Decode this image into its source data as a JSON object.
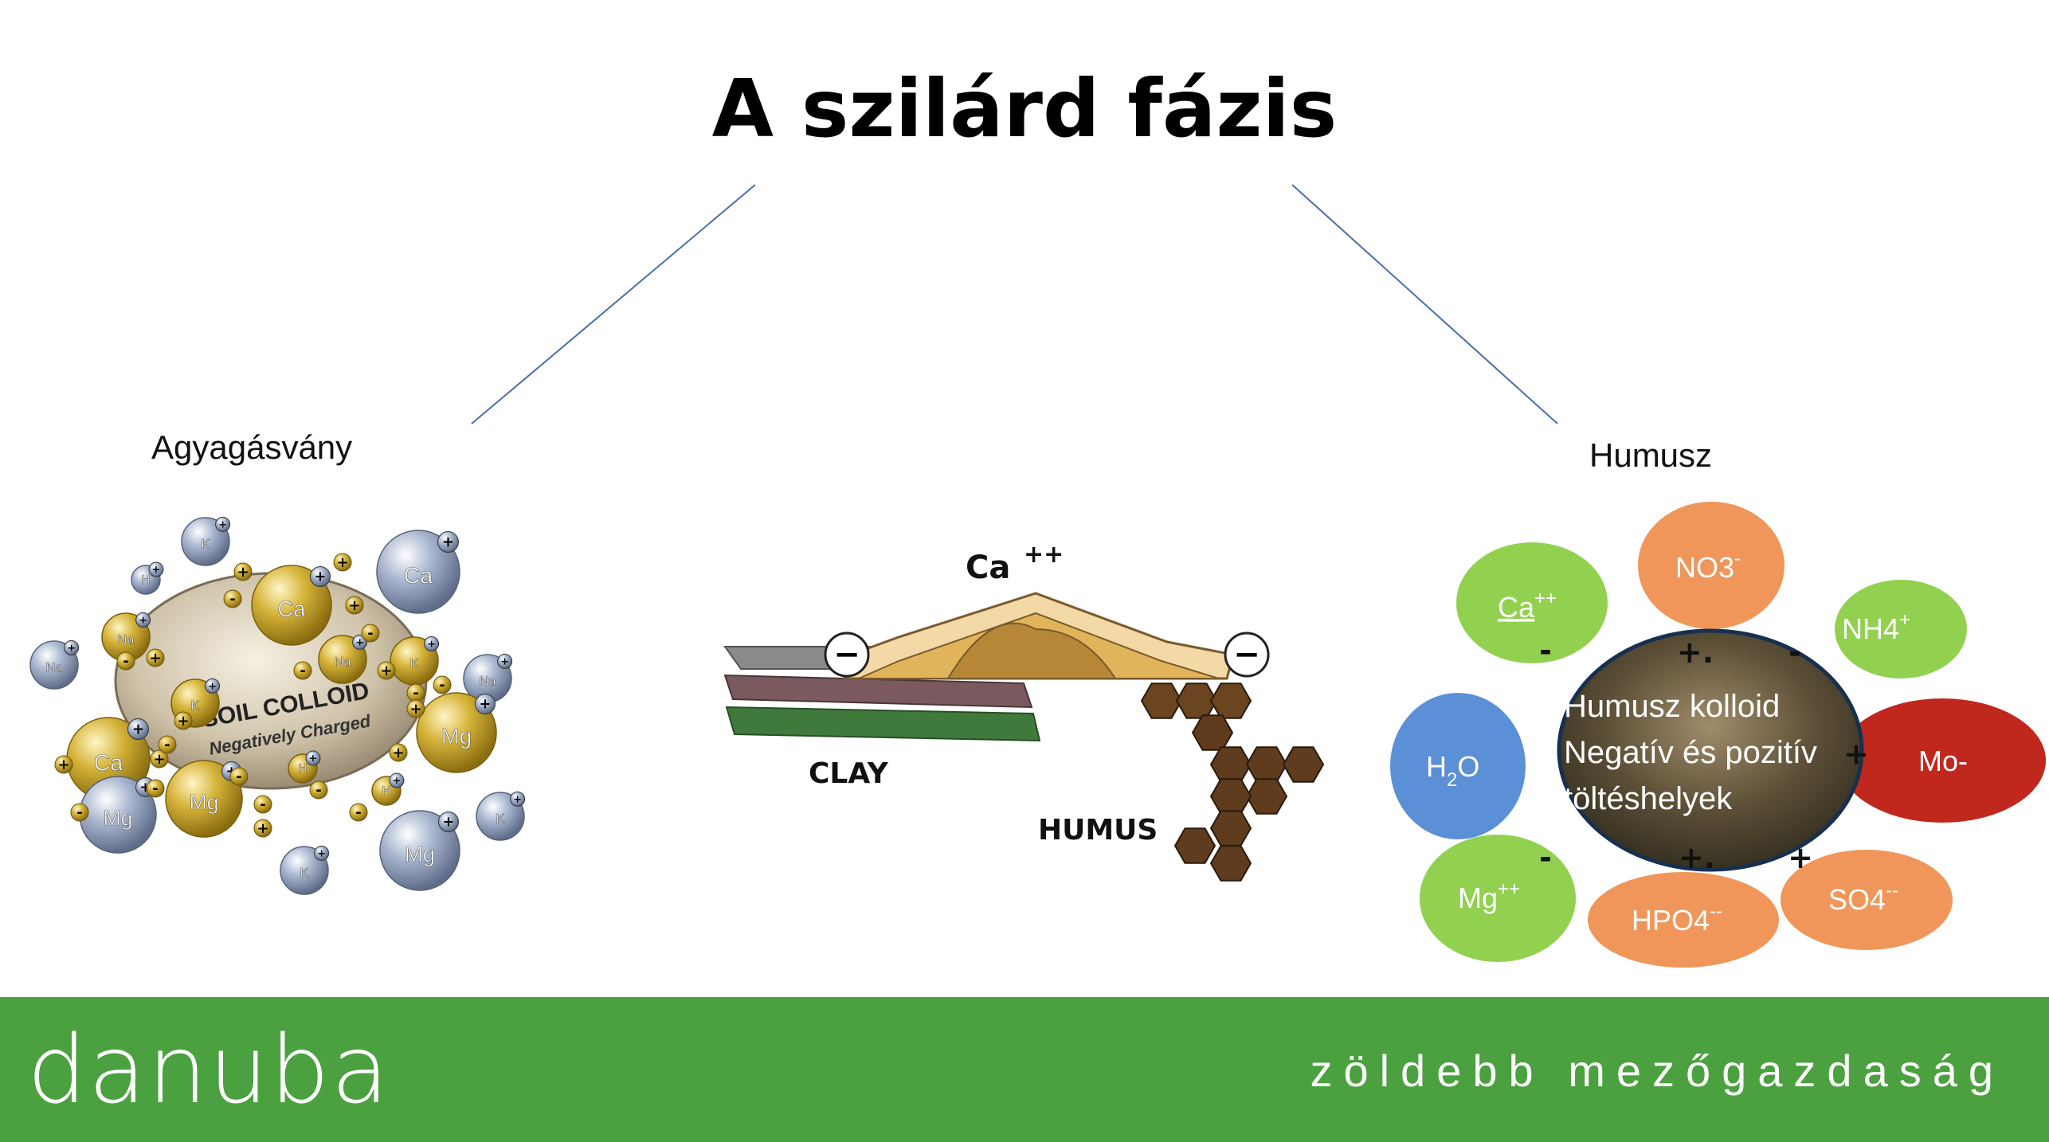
{
  "title": "A szilárd fázis",
  "labels": {
    "left": "Agyagásvány",
    "right": "Humusz"
  },
  "clay_colloid": {
    "center_lines": [
      "SOIL COLLOID",
      "Negatively Charged"
    ],
    "ions": [
      "K",
      "Ca",
      "Ca",
      "H",
      "Na",
      "Na",
      "Na",
      "K",
      "Na",
      "K",
      "Mg",
      "Ca",
      "H",
      "H",
      "Mg",
      "Mg",
      "Mg",
      "K",
      "K"
    ]
  },
  "bridge": {
    "cation": "Ca",
    "cation_charge": "++",
    "clay": "CLAY",
    "humus": "HUMUS",
    "minus": "−"
  },
  "humus_colloid": {
    "center_lines": [
      "Humusz kolloid",
      "Negatív és pozitív",
      "töltéshelyek"
    ],
    "ions": {
      "no3": "NO3",
      "no3_sup": "-",
      "ca": "Ca",
      "ca_sup": "++",
      "nh4": "NH4",
      "nh4_sup": "+",
      "h2o_a": "H",
      "h2o_sub": "2",
      "h2o_b": "O",
      "mo": "Mo-",
      "mg": "Mg",
      "mg_sup": "++",
      "hpo4": "HPO4",
      "hpo4_sup": "--",
      "so4": "SO4",
      "so4_sup": "--"
    },
    "charges": {
      "minus": "-",
      "plus": "+",
      "plus_dot": "+."
    }
  },
  "colors": {
    "green": "#92d050",
    "orange": "#f0965a",
    "blue": "#5b8fd6",
    "red": "#c0281e",
    "footer": "#4ba13f",
    "line": "#4a6fa8"
  },
  "footer": {
    "logo": "danuba",
    "tagline": "zöldebb mezőgazdaság"
  }
}
